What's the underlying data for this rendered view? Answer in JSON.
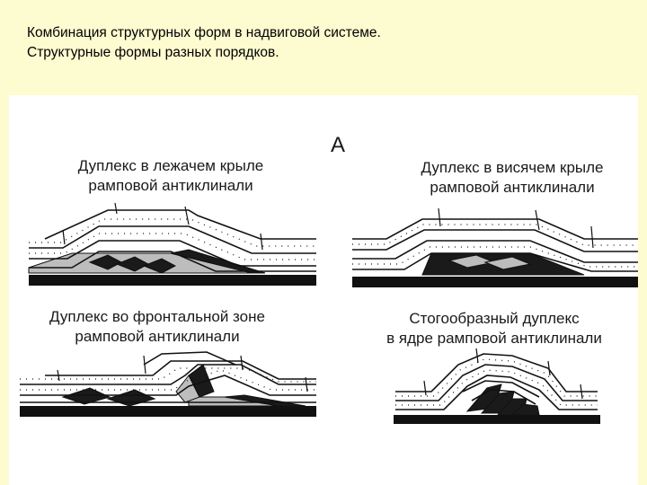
{
  "slide": {
    "title_line1": "Комбинация структурных форм в надвиговой системе.",
    "title_line2": "Структурные формы разных порядков."
  },
  "figure": {
    "panel_letter": "А",
    "captions": [
      {
        "line1": "Дуплекс в лежачем крыле",
        "line2": "рамповой антиклинали"
      },
      {
        "line1": "Дуплекс в висячем крыле",
        "line2": "рамповой антиклинали"
      },
      {
        "line1": "Дуплекс во фронтальной зоне",
        "line2": "рамповой антиклинали"
      },
      {
        "line1": "Стогообразный дуплекс",
        "line2": "в ядре рамповой антиклинали"
      }
    ]
  },
  "colors": {
    "background": "#fdfbd0",
    "figure_background": "#ffffff",
    "ink": "#111111",
    "fill_dark": "#1a1a1a",
    "fill_gray": "#bdbdbd"
  }
}
